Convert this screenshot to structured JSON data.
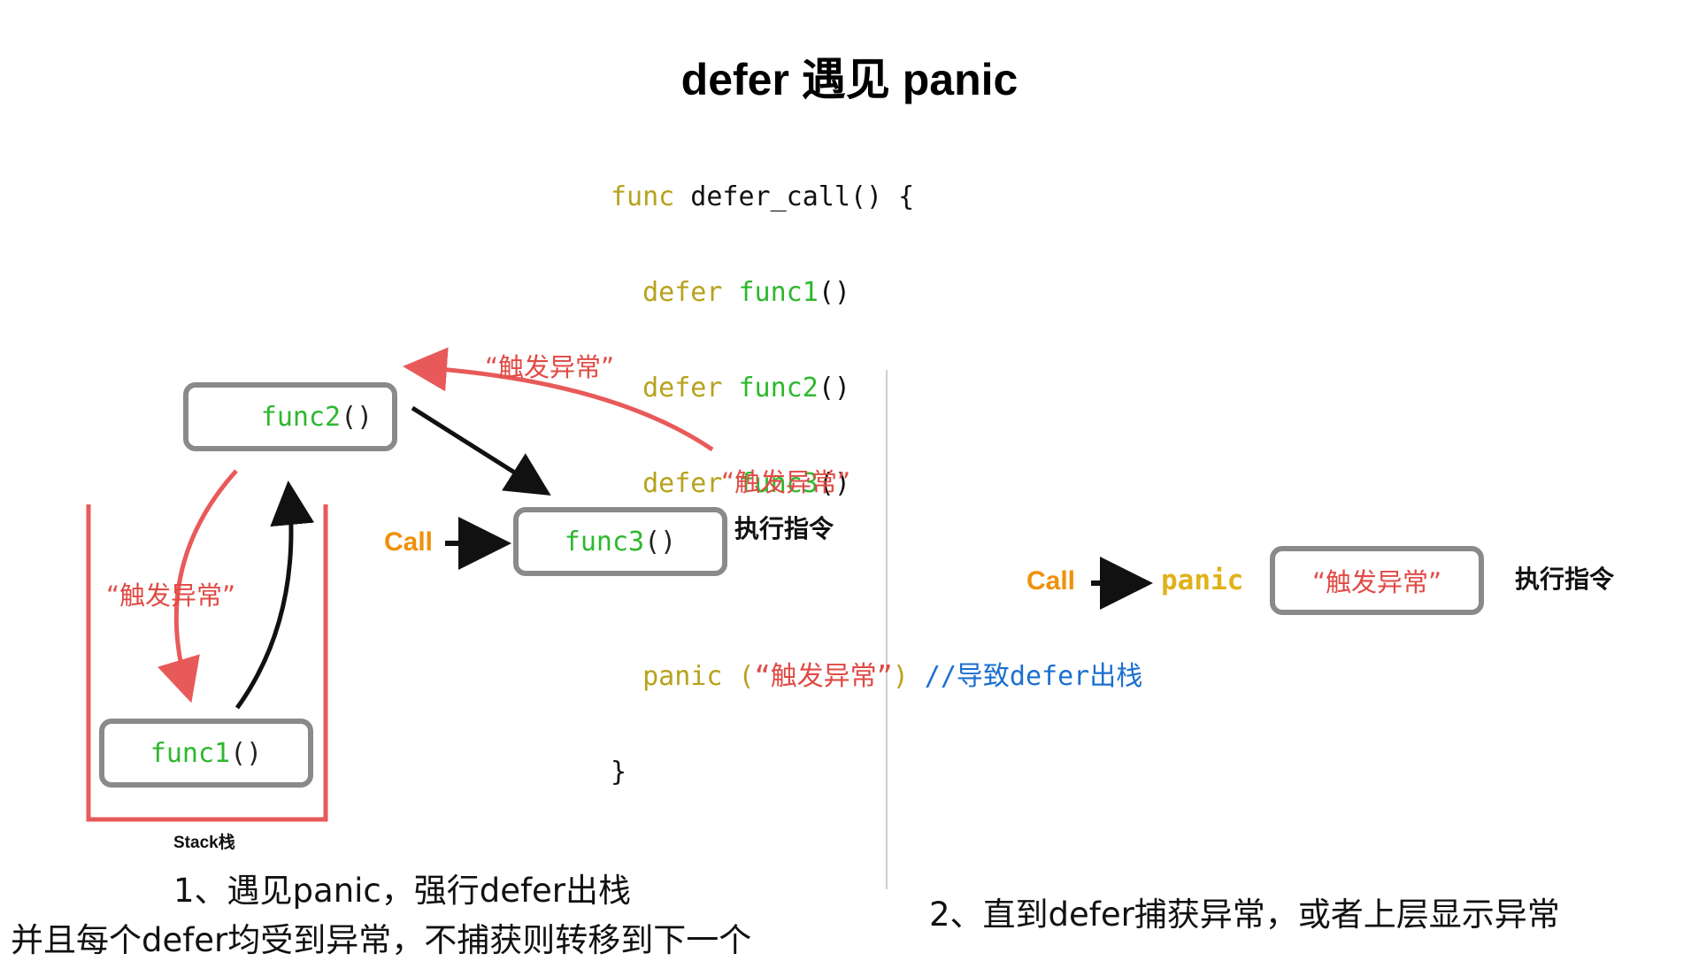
{
  "title": "defer 遇见 panic",
  "code": {
    "line1": {
      "kw": "func",
      "rest": " defer_call() {"
    },
    "line2": {
      "kw": "defer",
      "fn": "func1",
      "par": "()"
    },
    "line3": {
      "kw": "defer",
      "fn": "func2",
      "par": "()"
    },
    "line4": {
      "kw": "defer",
      "fn": "func3",
      "par": "()"
    },
    "line5": {
      "kw": "panic",
      "open": " (",
      "str": "“触发异常”",
      "close": ")",
      "comment": " //导致defer出栈"
    },
    "line6": "}"
  },
  "left": {
    "func2_box": {
      "name": "func2",
      "par": "()"
    },
    "func3_box": {
      "name": "func3",
      "par": "()"
    },
    "func1_box": {
      "name": "func1",
      "par": "()"
    },
    "label_top": "“触发异常”",
    "label_right": "“触发异常”",
    "label_stack": "“触发异常”",
    "call": "Call",
    "exec": "执行指令",
    "stack": "Stack栈",
    "caption1": "1、遇见panic，强行defer出栈",
    "caption2": "并且每个defer均受到异常，不捕获则转移到下一个"
  },
  "right": {
    "call": "Call",
    "panic": "panic",
    "box_text": "“触发异常”",
    "exec": "执行指令",
    "caption": "2、直到defer捕获异常，或者上层显示异常"
  },
  "colors": {
    "keyword": "#b7a21c",
    "function": "#2eb82e",
    "string": "#e04a45",
    "comment": "#1c6fd0",
    "call": "#f0900a",
    "panic": "#e0b21a",
    "box_border": "#8a8a8a",
    "stack": "#e85a5a"
  }
}
